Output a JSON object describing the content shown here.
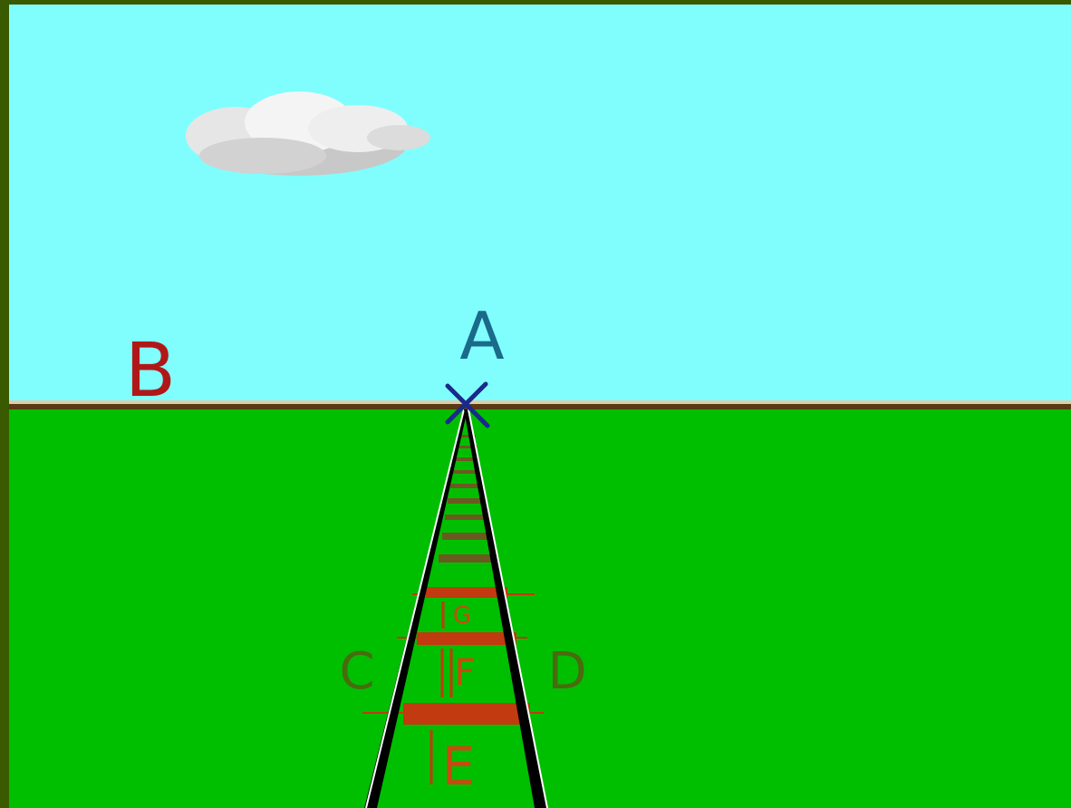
{
  "labels": {
    "a": "A",
    "b": "B",
    "c": "C",
    "d": "D",
    "e": "E",
    "f": "F",
    "g": "G"
  },
  "colors": {
    "border": "#3a5a00",
    "sky": "#80fefe",
    "ground": "#00bf00",
    "horizon": "#5a3a10",
    "rail": "#000000",
    "rail_edge": "#ffffff",
    "sleeper": "#6b5a20",
    "sleeper_marked": "#c23a10",
    "vanishing_point": "#1a2a8a",
    "label_a": "#1a6a8a",
    "label_b": "#b01818",
    "label_cd": "#4a6a10",
    "label_efg": "#c84a10",
    "cloud": "#f2f2f2",
    "cloud_shadow": "#c8c8c8"
  }
}
